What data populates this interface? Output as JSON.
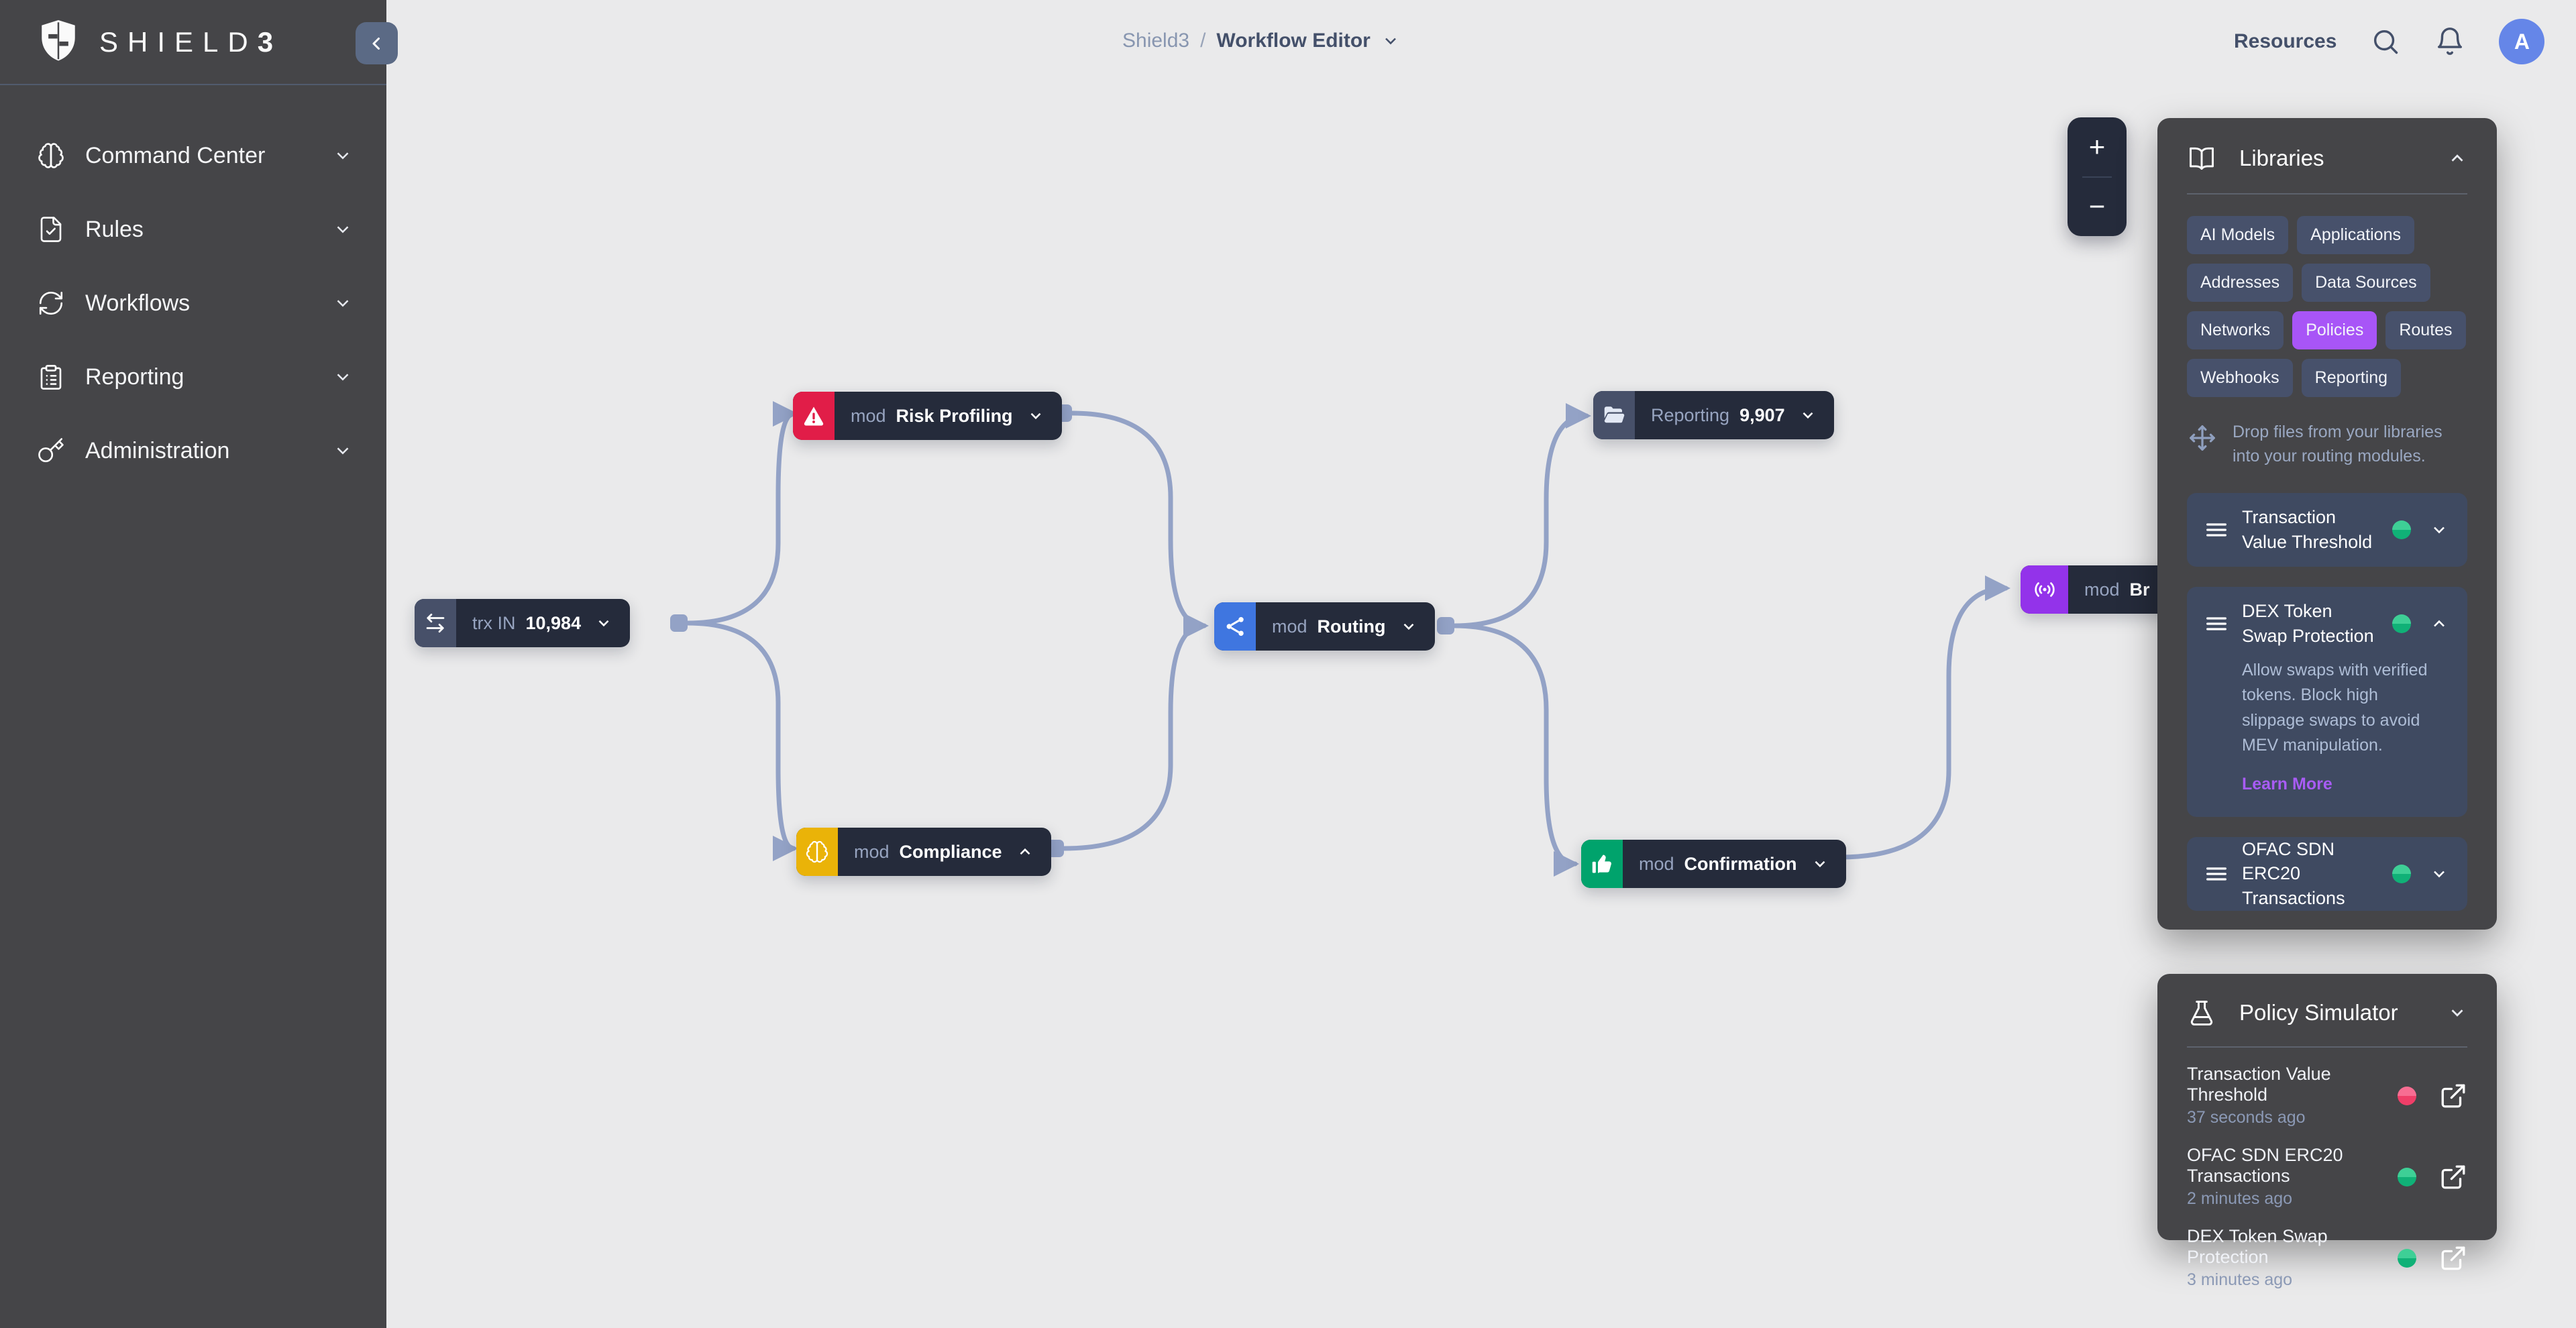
{
  "brand": {
    "wordmark": "SHIELD",
    "wordmark_suffix": "3"
  },
  "sidebar": {
    "items": [
      {
        "label": "Command Center",
        "icon": "brain-icon"
      },
      {
        "label": "Rules",
        "icon": "file-check-icon"
      },
      {
        "label": "Workflows",
        "icon": "sync-icon"
      },
      {
        "label": "Reporting",
        "icon": "clipboard-list-icon"
      },
      {
        "label": "Administration",
        "icon": "key-icon"
      }
    ]
  },
  "header": {
    "breadcrumb": {
      "root": "Shield3",
      "separator": "/",
      "current": "Workflow Editor"
    },
    "resources_label": "Resources",
    "avatar_initial": "A"
  },
  "canvas": {
    "zoom_in_label": "+",
    "zoom_out_label": "−",
    "nodes": [
      {
        "id": "trx-in",
        "label": "trx IN",
        "count": "10,984",
        "icon": "swap-arrows-icon",
        "accent": "#475069"
      },
      {
        "id": "risk-profiling",
        "tag": "mod",
        "label": "Risk Profiling",
        "icon": "warning-triangle-icon",
        "accent": "#e11d48"
      },
      {
        "id": "compliance",
        "tag": "mod",
        "label": "Compliance",
        "icon": "brain-icon",
        "accent": "#eab308"
      },
      {
        "id": "routing",
        "tag": "mod",
        "label": "Routing",
        "icon": "share-nodes-icon",
        "accent": "#3f76e0"
      },
      {
        "id": "reporting",
        "label": "Reporting",
        "count": "9,907",
        "icon": "folder-open-icon",
        "accent": "#475069"
      },
      {
        "id": "confirmation",
        "tag": "mod",
        "label": "Confirmation",
        "icon": "thumbs-up-icon",
        "accent": "#00a36c"
      },
      {
        "id": "broadcast-truncated",
        "tag": "mod",
        "label": "Br",
        "icon": "broadcast-icon",
        "accent": "#9333ea"
      }
    ]
  },
  "libraries": {
    "title": "Libraries",
    "chips": [
      "AI Models",
      "Applications",
      "Addresses",
      "Data Sources",
      "Networks",
      "Policies",
      "Routes",
      "Webhooks",
      "Reporting"
    ],
    "active_chip": "Policies",
    "drop_hint": "Drop files from your libraries  into your routing modules.",
    "items": [
      {
        "title": "Transaction Value Threshold",
        "status": "green",
        "expanded": false
      },
      {
        "title": "DEX Token Swap Protection",
        "status": "green",
        "expanded": true,
        "description": "Allow swaps with verified tokens. Block high slippage swaps to avoid MEV manipulation.",
        "link_label": "Learn More"
      },
      {
        "title": "OFAC SDN ERC20 Transactions",
        "status": "green",
        "expanded": false
      }
    ]
  },
  "policy_simulator": {
    "title": "Policy Simulator",
    "runs": [
      {
        "title": "Transaction Value Threshold",
        "time": "37 seconds ago",
        "status": "red"
      },
      {
        "title": "OFAC SDN ERC20 Transactions",
        "time": "2 minutes ago",
        "status": "green"
      },
      {
        "title": "DEX Token Swap Protection",
        "time": "3 minutes ago",
        "status": "green"
      }
    ]
  },
  "colors": {
    "edge": "#93a2c6",
    "active_chip": "#a855f7",
    "status_green": "#10b177",
    "status_red": "#ef3e68",
    "avatar": "#6586e8",
    "node_body": "#252b3b",
    "panel_bg": "#454548",
    "canvas_bg": "#eaeaeb"
  }
}
